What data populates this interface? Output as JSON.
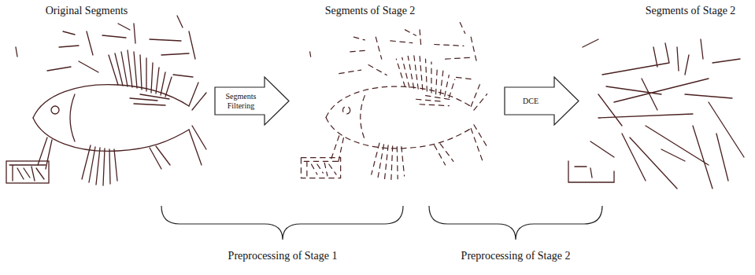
{
  "diagram": {
    "nodes": [
      {
        "text": [
          "Segments Filtering"
        ]
      },
      {
        "text": [
          "DCE"
        ]
      }
    ],
    "labels": [
      "Original Segments",
      "Segments of Stage 2",
      "Segments of Stage 2",
      "Preprocessing of Stage 1",
      "Preprocessing of Stage 2"
    ]
  }
}
